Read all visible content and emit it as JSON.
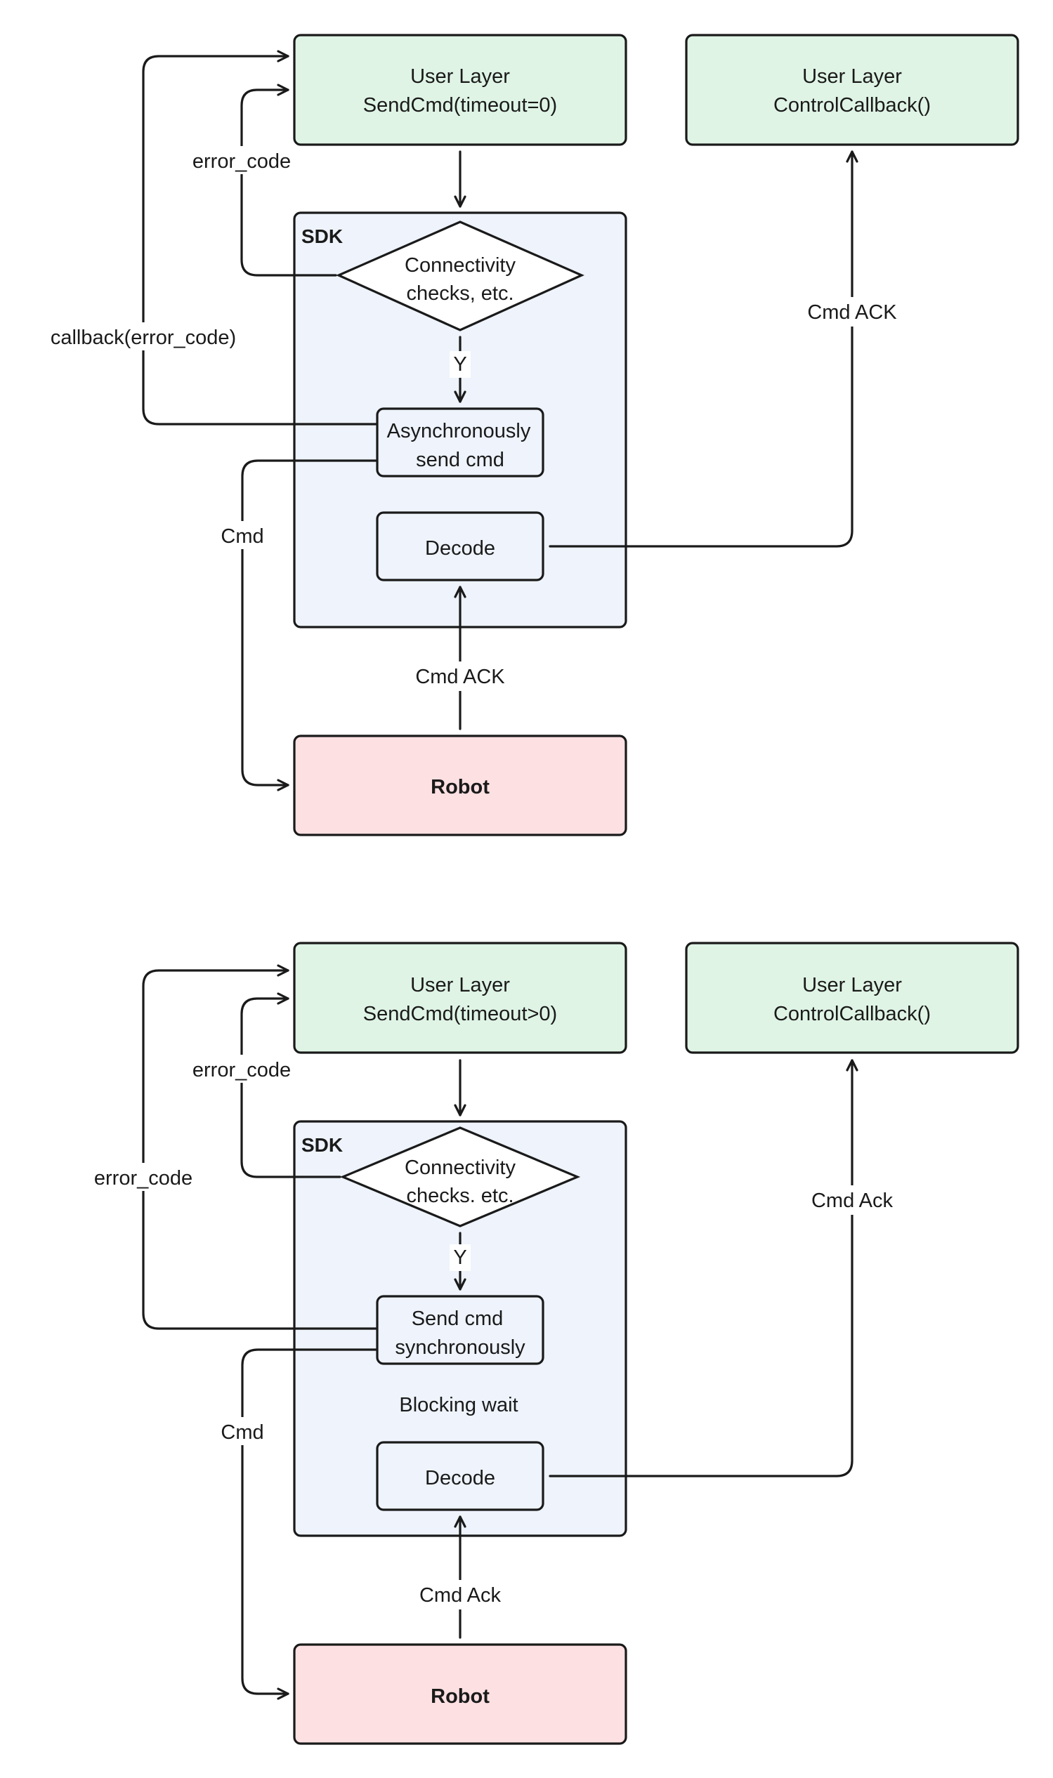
{
  "diagram_async": {
    "user_send": {
      "title": "User Layer",
      "call": "SendCmd(timeout=0)"
    },
    "user_callback": {
      "title": "User Layer",
      "call": "ControlCallback()"
    },
    "sdk_label": "SDK",
    "check": {
      "line1": "Connectivity",
      "line2": "checks, etc."
    },
    "yes_label": "Y",
    "send": {
      "line1": "Asynchronously",
      "line2": "send cmd"
    },
    "decode": "Decode",
    "robot": "Robot",
    "edge_error_code": "error_code",
    "edge_callback": "callback(error_code)",
    "edge_cmd": "Cmd",
    "edge_cmd_ack_bottom": "Cmd ACK",
    "edge_cmd_ack_right": "Cmd  ACK"
  },
  "diagram_sync": {
    "user_send": {
      "title": "User Layer",
      "call": "SendCmd(timeout>0)"
    },
    "user_callback": {
      "title": "User Layer",
      "call": "ControlCallback()"
    },
    "sdk_label": "SDK",
    "check": {
      "line1": "Connectivity",
      "line2": "checks. etc."
    },
    "yes_label": "Y",
    "send": {
      "line1": "Send cmd",
      "line2": "synchronously"
    },
    "blocking": "Blocking wait",
    "decode": "Decode",
    "robot": "Robot",
    "edge_error_code_inner": "error_code",
    "edge_error_code_outer": "error_code",
    "edge_cmd": "Cmd",
    "edge_cmd_ack_bottom": "Cmd Ack",
    "edge_cmd_ack_right": "Cmd Ack"
  }
}
